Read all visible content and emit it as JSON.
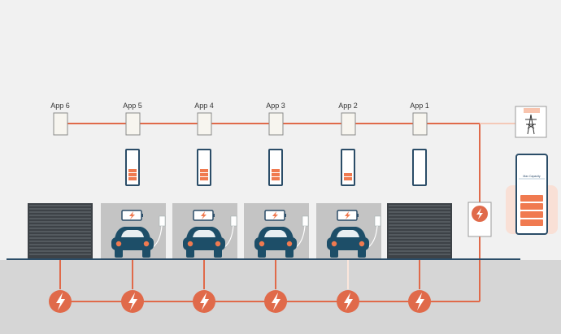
{
  "apps": [
    {
      "label": "App 6",
      "level": 0
    },
    {
      "label": "App 5",
      "level": 3
    },
    {
      "label": "App 4",
      "level": 3
    },
    {
      "label": "App 3",
      "level": 3
    },
    {
      "label": "App 2",
      "level": 2
    },
    {
      "label": "App 1",
      "level": 0
    }
  ],
  "bays": [
    "garage-door",
    "car",
    "car",
    "car",
    "car",
    "garage-door"
  ],
  "battery": {
    "label": "Max Capacity",
    "segments": 4
  },
  "colors": {
    "background": "#f1f1f1",
    "ground": "#d6d6d6",
    "power_line": "#e06a4a",
    "bolt_circle": "#e06a4a",
    "car": "#1d4e68",
    "garage_door": "#3d4247",
    "frame": "#2b4d68",
    "battery_fill": "#f07a50"
  },
  "icons": [
    "bolt-icon",
    "car-icon",
    "pylon-icon",
    "battery-icon",
    "garage-door-icon",
    "meter-icon"
  ]
}
